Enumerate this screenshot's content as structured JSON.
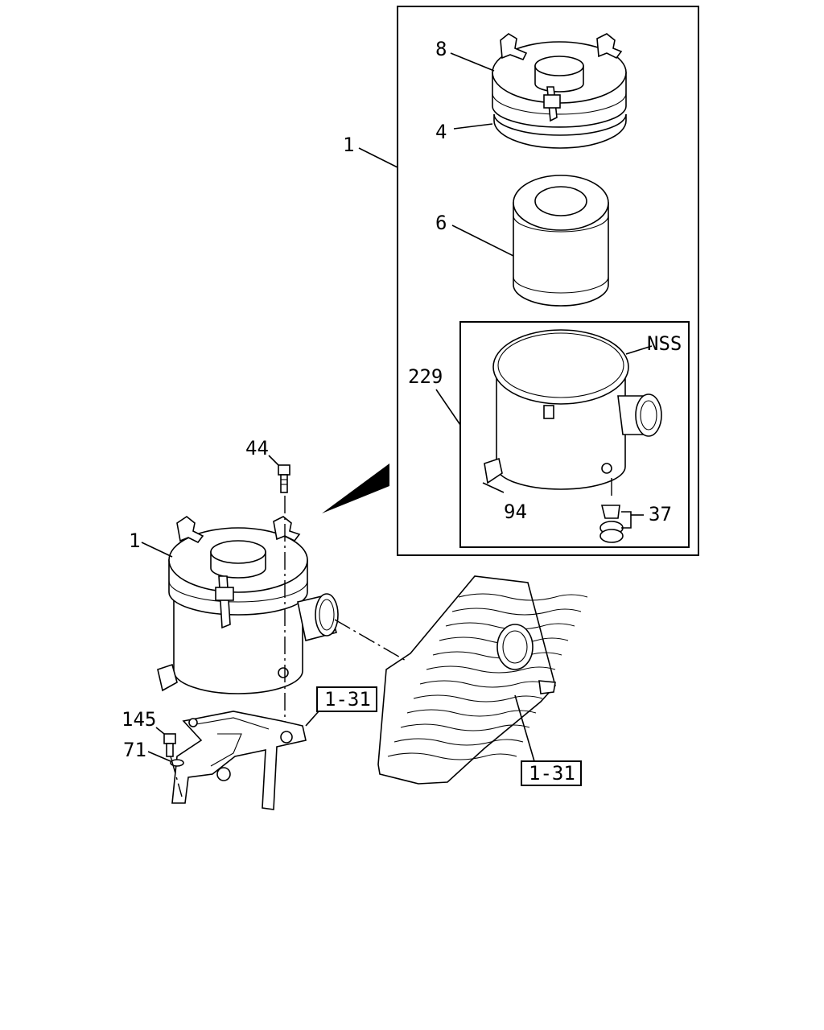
{
  "callouts": {
    "c8": "8",
    "c4": "4",
    "c1_top": "1",
    "c6": "6",
    "c229": "229",
    "cNSS": "NSS",
    "c94": "94",
    "c37": "37",
    "c44": "44",
    "c1_main": "1",
    "c145": "145",
    "c71": "71",
    "ref1": "1-31",
    "ref2": "1-31"
  }
}
